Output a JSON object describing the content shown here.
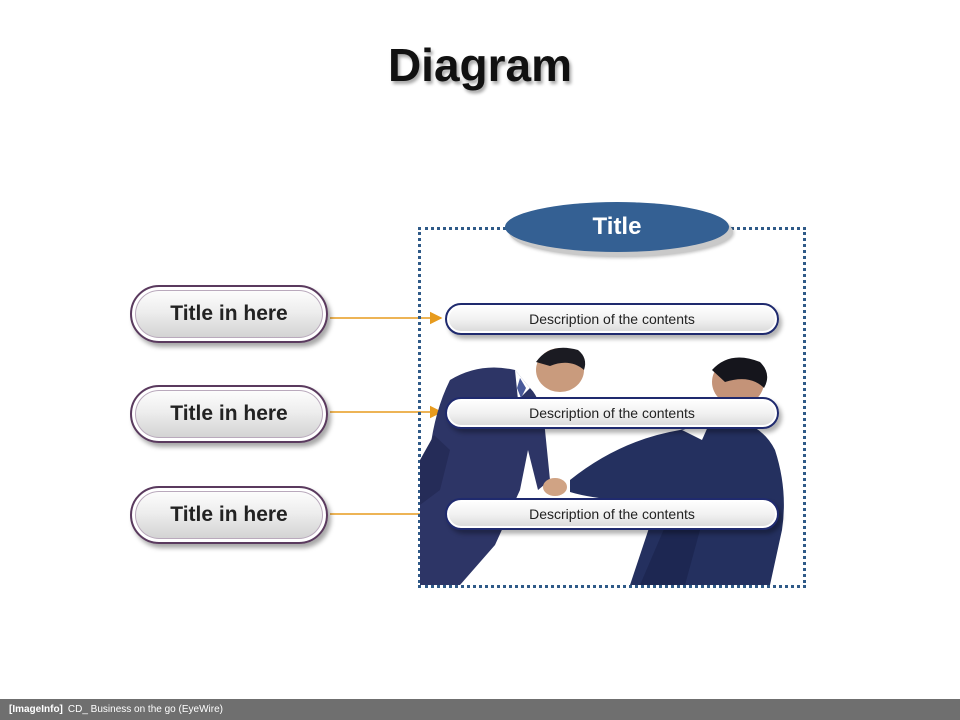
{
  "page": {
    "title": "Diagram"
  },
  "diagram": {
    "title": "Title",
    "left_items": [
      {
        "label": "Title in here"
      },
      {
        "label": "Title in here"
      },
      {
        "label": "Title in here"
      }
    ],
    "descriptions": [
      {
        "text": "Description of the contents"
      },
      {
        "text": "Description of the contents"
      },
      {
        "text": "Description of the contents"
      }
    ],
    "photo": {
      "icon": "business-handshake-photo"
    }
  },
  "footer": {
    "tag": "[ImageInfo]",
    "text": "CD_ Business on the go (EyeWire)"
  },
  "colors": {
    "accent": "#346093",
    "frame": "#2f5a88",
    "connector": "#e79b1e",
    "footer": "#6f6f6f"
  }
}
